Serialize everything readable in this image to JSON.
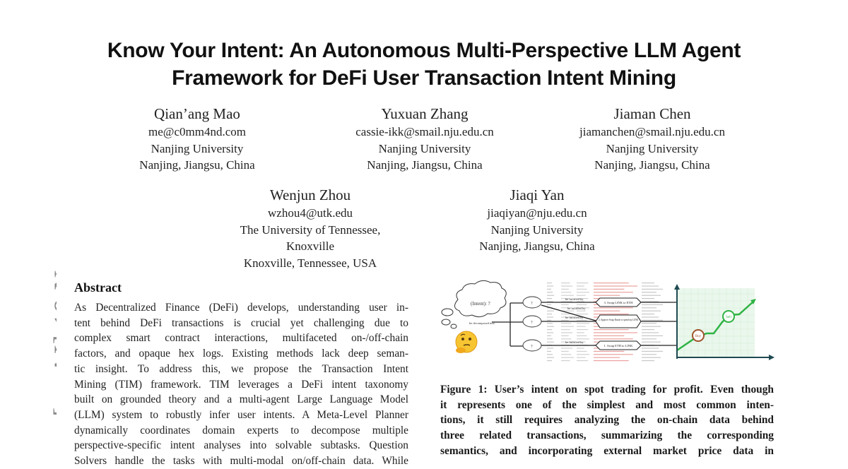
{
  "paper": {
    "title_line1": "Know Your Intent: An Autonomous Multi-Perspective LLM Agent",
    "title_line2": "Framework for DeFi User Transaction Intent Mining",
    "arxiv_stamp": "[cs.AI]  19 Nov 2025"
  },
  "authors": [
    {
      "name": "Qian’ang Mao",
      "email": "me@c0mm4nd.com",
      "affiliation": "Nanjing University",
      "location": "Nanjing, Jiangsu, China"
    },
    {
      "name": "Yuxuan Zhang",
      "email": "cassie-ikk@smail.nju.edu.cn",
      "affiliation": "Nanjing University",
      "location": "Nanjing, Jiangsu, China"
    },
    {
      "name": "Jiaman Chen",
      "email": "jiamanchen@smail.nju.edu.cn",
      "affiliation": "Nanjing University",
      "location": "Nanjing, Jiangsu, China"
    },
    {
      "name": "Wenjun Zhou",
      "email": "wzhou4@utk.edu",
      "affiliation_line1": "The University of Tennessee,",
      "affiliation_line2": "Knoxville",
      "location": "Knoxville, Tennessee, USA"
    },
    {
      "name": "Jiaqi Yan",
      "email": "jiaqiyan@nju.edu.cn",
      "affiliation": "Nanjing University",
      "location": "Nanjing, Jiangsu, China"
    }
  ],
  "abstract": {
    "heading": "Abstract",
    "lines": [
      "As Decentralized Finance (DeFi) develops, understanding user in-",
      "tent behind DeFi transactions is crucial yet challenging due to",
      "complex smart contract interactions, multifaceted on-/off-chain",
      "factors, and opaque hex logs. Existing methods lack deep seman-",
      "tic insight. To address this, we propose the Transaction Intent",
      "Mining (TIM) framework. TIM leverages a DeFi intent taxonomy",
      "built on grounded theory and a multi-agent Large Language Model",
      "(LLM) system to robustly infer user intents. A Meta-Level Planner",
      "dynamically coordinates domain experts to decompose multiple",
      "perspective-specific intent analyses into solvable subtasks. Question",
      "Solvers handle the tasks with multi-modal on/off-chain data. While"
    ]
  },
  "figure": {
    "intent_bubble": "(Intent): ?",
    "decompose_label": "be decomposed into",
    "subintent_label": "?",
    "fulfilled_label": "be fulfilled by",
    "transactions": [
      "3. Swap LINK to ETH",
      "2. Approve Swap Router to spend my LINK",
      "1. Swap ETH to LINK"
    ],
    "chart_buy": "Buy",
    "chart_sell": "Sell",
    "caption_lines": [
      "Figure 1: User’s intent on spot trading for profit. Even though",
      "it represents one of the simplest and most common inten-",
      "tions, it still requires analyzing the on-chain data behind",
      "three related transactions, summarizing the corresponding",
      "semantics, and incorporating external market price data in"
    ]
  },
  "colors": {
    "trend_green": "#2fb344",
    "axis_dark": "#1f4a52",
    "buy_brown": "#a0522d",
    "table_red": "#d9534f"
  }
}
